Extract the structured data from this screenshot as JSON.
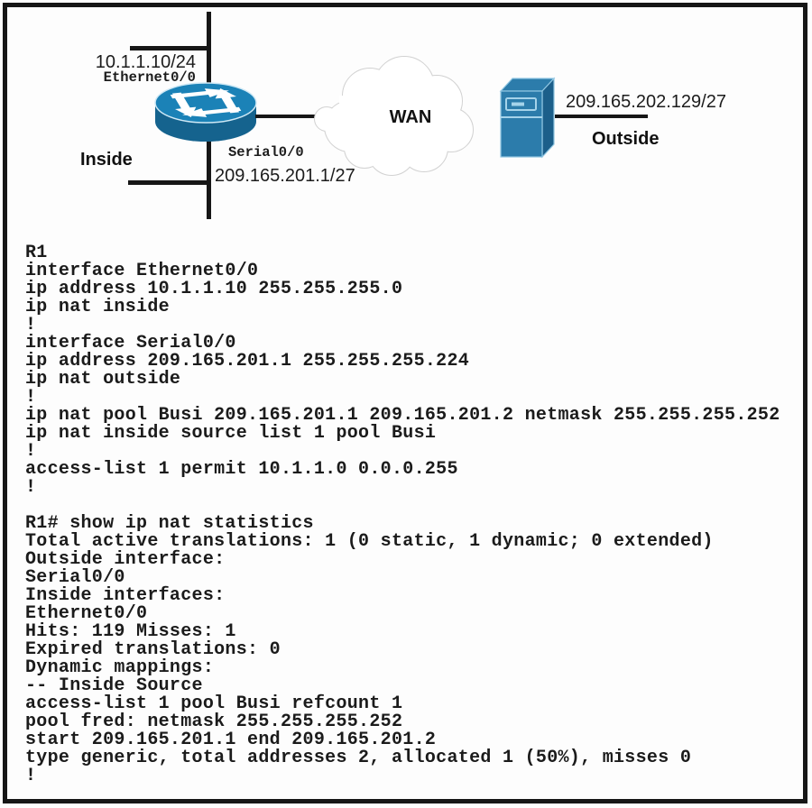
{
  "diagram": {
    "inside_network": {
      "ip": "10.1.1.10/24",
      "interface": "Ethernet0/0",
      "zone_label": "Inside"
    },
    "router": {
      "serial_interface": "Serial0/0",
      "serial_ip": "209.165.201.1/27"
    },
    "wan": {
      "label": "WAN"
    },
    "outside_network": {
      "ip": "209.165.202.129/27",
      "zone_label": "Outside"
    },
    "colors": {
      "device_blue": "#1b82b7",
      "device_blue_dark": "#15638e",
      "server_blue": "#2c7cab",
      "server_blue_dark": "#1c5f8a",
      "line_black": "#161616",
      "cloud_stroke": "#d2d2d2"
    }
  },
  "config": {
    "lines": [
      "R1",
      "interface Ethernet0/0",
      "ip address 10.1.1.10 255.255.255.0",
      "ip nat inside",
      "!",
      "interface Serial0/0",
      "ip address 209.165.201.1 255.255.255.224",
      "ip nat outside",
      "!",
      "ip nat pool Busi 209.165.201.1 209.165.201.2 netmask 255.255.255.252",
      "ip nat inside source list 1 pool Busi",
      "!",
      "access-list 1 permit 10.1.1.0 0.0.0.255",
      "!",
      "",
      "R1# show ip nat statistics",
      "Total active translations: 1 (0 static, 1 dynamic; 0 extended)",
      "Outside interface:",
      "Serial0/0",
      "Inside interfaces:",
      "Ethernet0/0",
      "Hits: 119 Misses: 1",
      "Expired translations: 0",
      "Dynamic mappings:",
      "-- Inside Source",
      "access-list 1 pool Busi refcount 1",
      "pool fred: netmask 255.255.255.252",
      "start 209.165.201.1 end 209.165.201.2",
      "type generic, total addresses 2, allocated 1 (50%), misses 0",
      "!"
    ]
  }
}
